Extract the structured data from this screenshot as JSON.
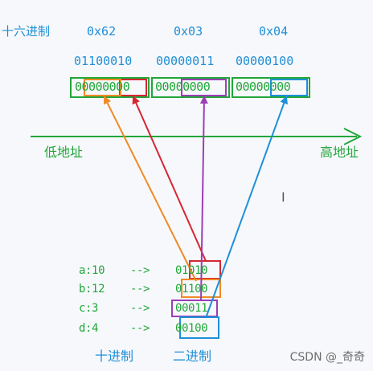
{
  "header_label": "十六进制",
  "hex_values": [
    "0x62",
    "0x03",
    "0x04"
  ],
  "binary_values": [
    "01100010",
    "00000011",
    "00000100"
  ],
  "storage_segments": [
    "00000000",
    "00000000",
    "00000000"
  ],
  "address_axis": {
    "low_label": "低地址",
    "high_label": "高地址"
  },
  "fields": [
    {
      "label": "a:10",
      "arrow": "-->",
      "binary": "01010"
    },
    {
      "label": "b:12",
      "arrow": "-->",
      "binary": "01100"
    },
    {
      "label": "c:3",
      "arrow": "-->",
      "binary": "00011"
    },
    {
      "label": "d:4",
      "arrow": "-->",
      "binary": "00100"
    }
  ],
  "footer": {
    "decimal_label": "十进制",
    "binary_label": "二进制"
  },
  "watermark": "CSDN @_奇奇",
  "colors": {
    "blue": "#1f8fd6",
    "green": "#22a63a",
    "orange": "#f08a24",
    "red": "#d62632",
    "purple": "#9b3fb5",
    "cyan": "#1e90d8"
  }
}
